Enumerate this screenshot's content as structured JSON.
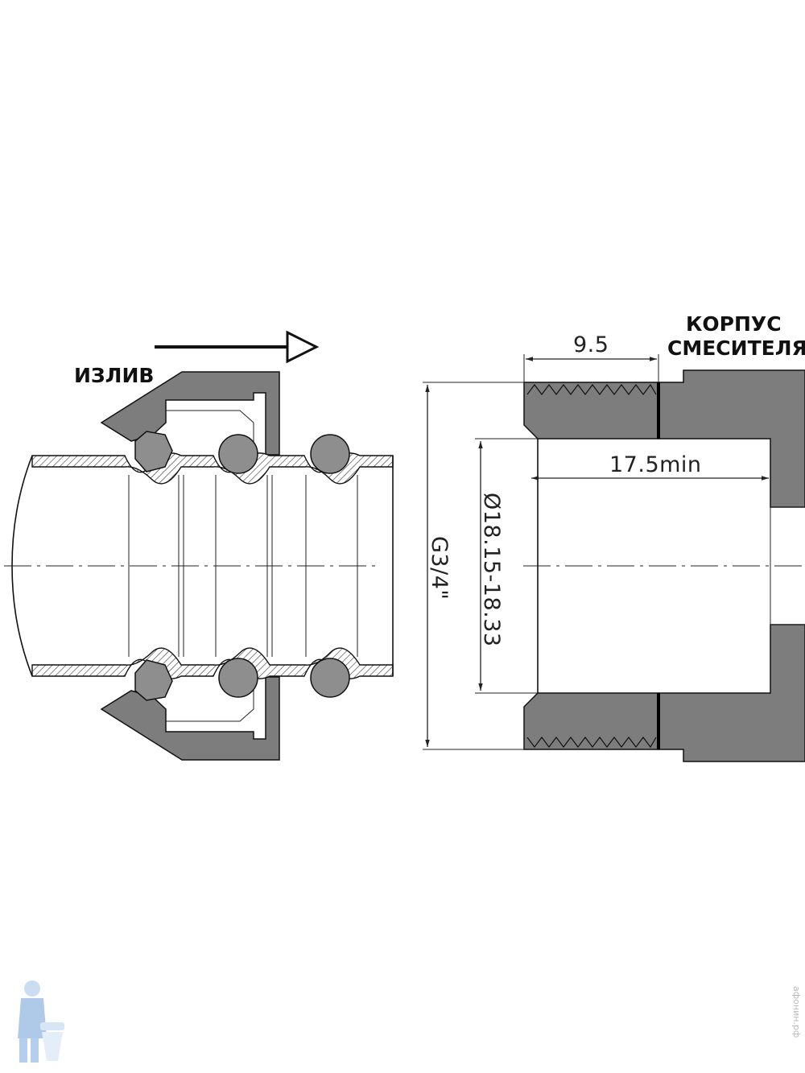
{
  "labels": {
    "spout": "ИЗЛИВ",
    "mixer_body_line1": "КОРПУС",
    "mixer_body_line2": "СМЕСИТЕЛЯ"
  },
  "dimensions": {
    "thread_length": "9.5",
    "insert_depth": "17.5min",
    "bore_diameter": "Ø18.15-18.33",
    "thread_size": "G3/4\""
  },
  "watermark": "афонин.рф",
  "colors": {
    "metal": "#7d7d7d",
    "ring": "#8e8e8e",
    "line": "#111111"
  },
  "icons": {
    "arrow": "arrow-right-icon",
    "mascot": "plumber-mascot-icon"
  }
}
